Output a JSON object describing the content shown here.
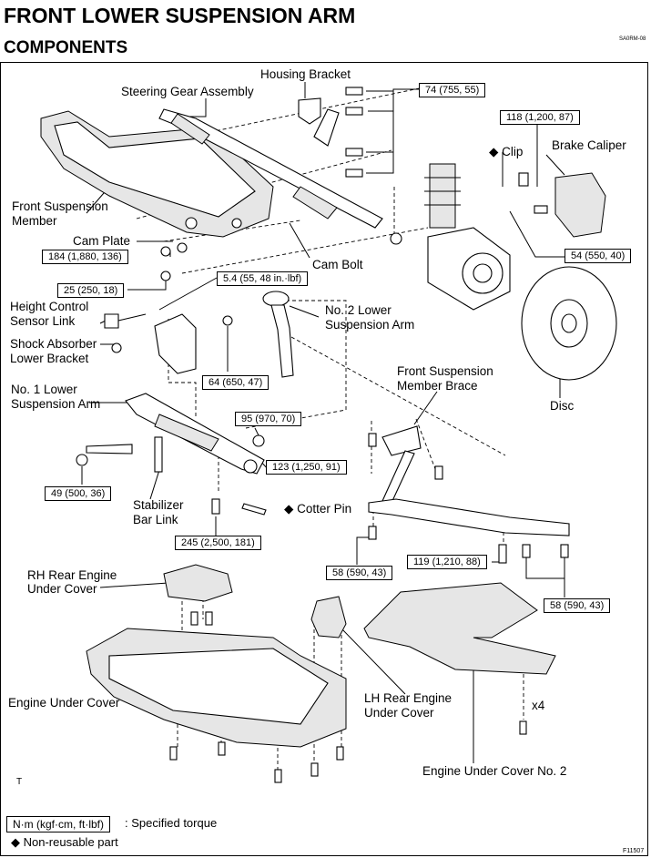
{
  "header": {
    "title": "FRONT LOWER SUSPENSION ARM",
    "subtitle": "COMPONENTS",
    "code_top": "SA0RM-08",
    "code_bottom": "F11507"
  },
  "labels": {
    "housing_bracket": "Housing Bracket",
    "steering_gear": "Steering Gear Assembly",
    "front_suspension_member_1": "Front Suspension",
    "front_suspension_member_2": "Member",
    "cam_plate": "Cam Plate",
    "cam_bolt": "Cam Bolt",
    "clip": "Clip",
    "brake_caliper": "Brake Caliper",
    "height_control_1": "Height Control",
    "height_control_2": "Sensor Link",
    "shock_bracket_1": "Shock Absorber",
    "shock_bracket_2": "Lower Bracket",
    "no2_arm_1": "No. 2 Lower",
    "no2_arm_2": "Suspension Arm",
    "no1_arm_1": "No. 1 Lower",
    "no1_arm_2": "Suspension Arm",
    "brace_1": "Front Suspension",
    "brace_2": "Member Brace",
    "disc": "Disc",
    "stabilizer_1": "Stabilizer",
    "stabilizer_2": "Bar Link",
    "cotter_pin": "Cotter Pin",
    "rh_cover_1": "RH Rear Engine",
    "rh_cover_2": "Under Cover",
    "engine_under_cover": "Engine Under Cover",
    "lh_cover_1": "LH Rear Engine",
    "lh_cover_2": "Under Cover",
    "engine_under_cover_2": "Engine Under Cover No. 2",
    "x4": "x4",
    "t_mark": "T"
  },
  "torques": {
    "t74": "74 (755, 55)",
    "t118": "118 (1,200, 87)",
    "t54": "54 (550, 40)",
    "t184": "184 (1,880, 136)",
    "t25": "25 (250, 18)",
    "t54b": "5.4 (55, 48 in.·lbf)",
    "t64": "64 (650, 47)",
    "t95": "95 (970, 70)",
    "t123": "123 (1,250,  91)",
    "t49": "49 (500, 36)",
    "t245": "245 (2,500, 181)",
    "t58a": "58 (590, 43)",
    "t119": "119 (1,210, 88)",
    "t58b": "58 (590, 43)"
  },
  "legend": {
    "unit": "N·m (kgf·cm, ft·lbf)",
    "unit_desc": ": Specified torque",
    "symbol": "◆",
    "nonreusable": "Non-reusable part"
  }
}
